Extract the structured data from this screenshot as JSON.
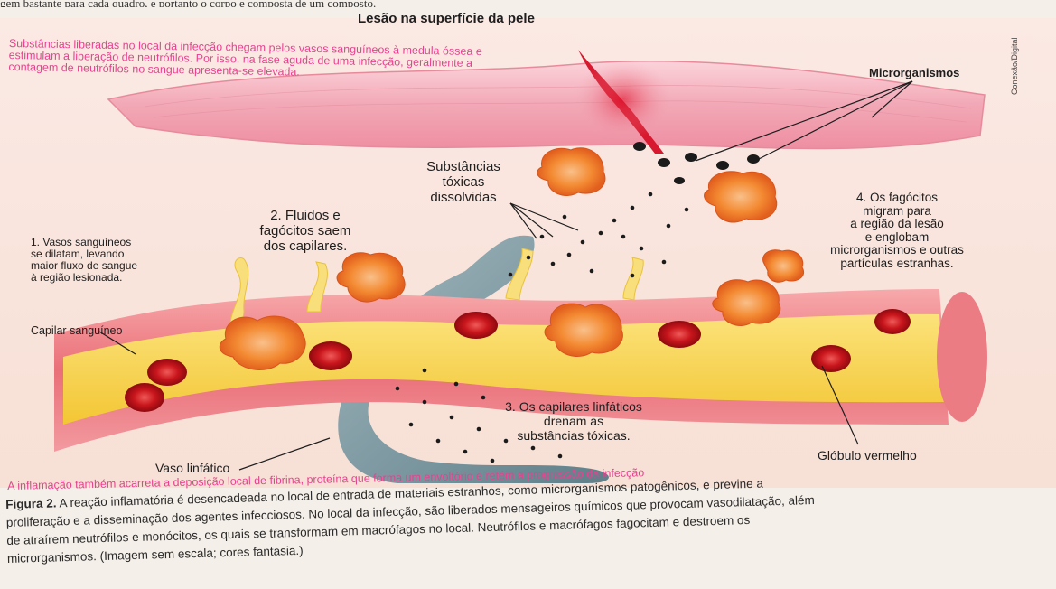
{
  "top_line": "gem bastante para cada quadro, e portanto o corpo e composta de um composto.",
  "diagram": {
    "surface_label": "Lesão na superfície da pele",
    "note_top": "Substâncias liberadas no local da infecção chegam pelos vasos sanguíneos à medula óssea e estimulam a liberação de neutrófilos. Por isso, na fase aguda de uma infecção, geralmente a contagem de neutrófilos no sangue apresenta-se elevada.",
    "microorganisms_label": "Microrganismos",
    "credit": "Conexão/Digital",
    "toxic_label": [
      "Substâncias",
      "tóxicas",
      "dissolvidas"
    ],
    "step1": [
      "1. Vasos sanguíneos",
      "se dilatam, levando",
      "maior fluxo de sangue",
      "à região lesionada."
    ],
    "step2_bold": "2.",
    "step2": [
      "2. Fluidos e",
      "fagócitos saem",
      "dos capilares."
    ],
    "step4": [
      "4. Os fagócitos",
      "migram para",
      "a região da lesão",
      "e englobam",
      "microrganismos e outras",
      "partículas estranhas."
    ],
    "capillary_label": "Capilar sanguíneo",
    "step3": [
      "3. Os capilares linfáticos",
      "drenam as",
      "substâncias tóxicas."
    ],
    "lymph_label": "Vaso linfático",
    "rbc_label": "Glóbulo vermelho"
  },
  "bottom_note": "A inflamação também acarreta a deposição local de fibrina, proteína que forma um envoltório e retém a progressão da infecção",
  "caption": {
    "figure_label": "Figura 2.",
    "text": "A reação inflamatória é desencadeada no local de entrada de materiais estranhos, como microrganismos patogênicos, e previne a proliferação e a disseminação dos agentes infecciosos. No local da infecção, são liberados mensageiros químicos que provocam vasodilatação, além de atraírem neutrófilos e monócitos, os quais se transformam em macrófagos no local. Neutrófilos e macrófagos fagocitam e destroem os microrganismos. (Imagem sem escala; cores fantasia.)"
  },
  "colors": {
    "skin": "#f4b6c2",
    "vessel_wall": "#f07f86",
    "plasma": "#f6d24a",
    "red_cell": "#d8232a",
    "lymph": "#7e9aa4",
    "phagocyte": "#f2842e",
    "microbe": "#1b1b1b",
    "note_pink": "#e6428f"
  }
}
